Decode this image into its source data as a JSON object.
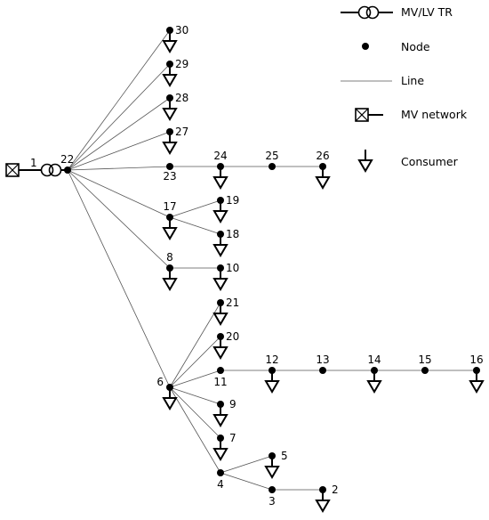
{
  "legend": {
    "transformer": "MV/LV TR",
    "node": "Node",
    "line": "Line",
    "mv_network": "MV network",
    "consumer": "Consumer"
  },
  "feeder": {
    "mv_node": "1",
    "root_node": "22"
  },
  "nodes": [
    {
      "id": "30",
      "consumer": true
    },
    {
      "id": "29",
      "consumer": true
    },
    {
      "id": "28",
      "consumer": true
    },
    {
      "id": "27",
      "consumer": true
    },
    {
      "id": "23",
      "consumer": false
    },
    {
      "id": "24",
      "consumer": true
    },
    {
      "id": "25",
      "consumer": false
    },
    {
      "id": "26",
      "consumer": true
    },
    {
      "id": "17",
      "consumer": true
    },
    {
      "id": "19",
      "consumer": true
    },
    {
      "id": "18",
      "consumer": true
    },
    {
      "id": "8",
      "consumer": true
    },
    {
      "id": "10",
      "consumer": true
    },
    {
      "id": "6",
      "consumer": true
    },
    {
      "id": "21",
      "consumer": true
    },
    {
      "id": "20",
      "consumer": true
    },
    {
      "id": "11",
      "consumer": false
    },
    {
      "id": "12",
      "consumer": true
    },
    {
      "id": "13",
      "consumer": false
    },
    {
      "id": "14",
      "consumer": true
    },
    {
      "id": "15",
      "consumer": false
    },
    {
      "id": "16",
      "consumer": true
    },
    {
      "id": "9",
      "consumer": true
    },
    {
      "id": "7",
      "consumer": true
    },
    {
      "id": "4",
      "consumer": false
    },
    {
      "id": "5",
      "consumer": true
    },
    {
      "id": "3",
      "consumer": false
    },
    {
      "id": "2",
      "consumer": true
    }
  ],
  "lines": [
    [
      "22",
      "30"
    ],
    [
      "22",
      "29"
    ],
    [
      "22",
      "28"
    ],
    [
      "22",
      "27"
    ],
    [
      "22",
      "23"
    ],
    [
      "22",
      "17"
    ],
    [
      "22",
      "8"
    ],
    [
      "22",
      "6"
    ],
    [
      "23",
      "24"
    ],
    [
      "24",
      "25"
    ],
    [
      "25",
      "26"
    ],
    [
      "17",
      "19"
    ],
    [
      "17",
      "18"
    ],
    [
      "8",
      "10"
    ],
    [
      "6",
      "21"
    ],
    [
      "6",
      "20"
    ],
    [
      "6",
      "11"
    ],
    [
      "6",
      "9"
    ],
    [
      "6",
      "7"
    ],
    [
      "6",
      "4"
    ],
    [
      "11",
      "12"
    ],
    [
      "12",
      "13"
    ],
    [
      "13",
      "14"
    ],
    [
      "14",
      "15"
    ],
    [
      "15",
      "16"
    ],
    [
      "4",
      "5"
    ],
    [
      "4",
      "3"
    ],
    [
      "3",
      "2"
    ]
  ]
}
